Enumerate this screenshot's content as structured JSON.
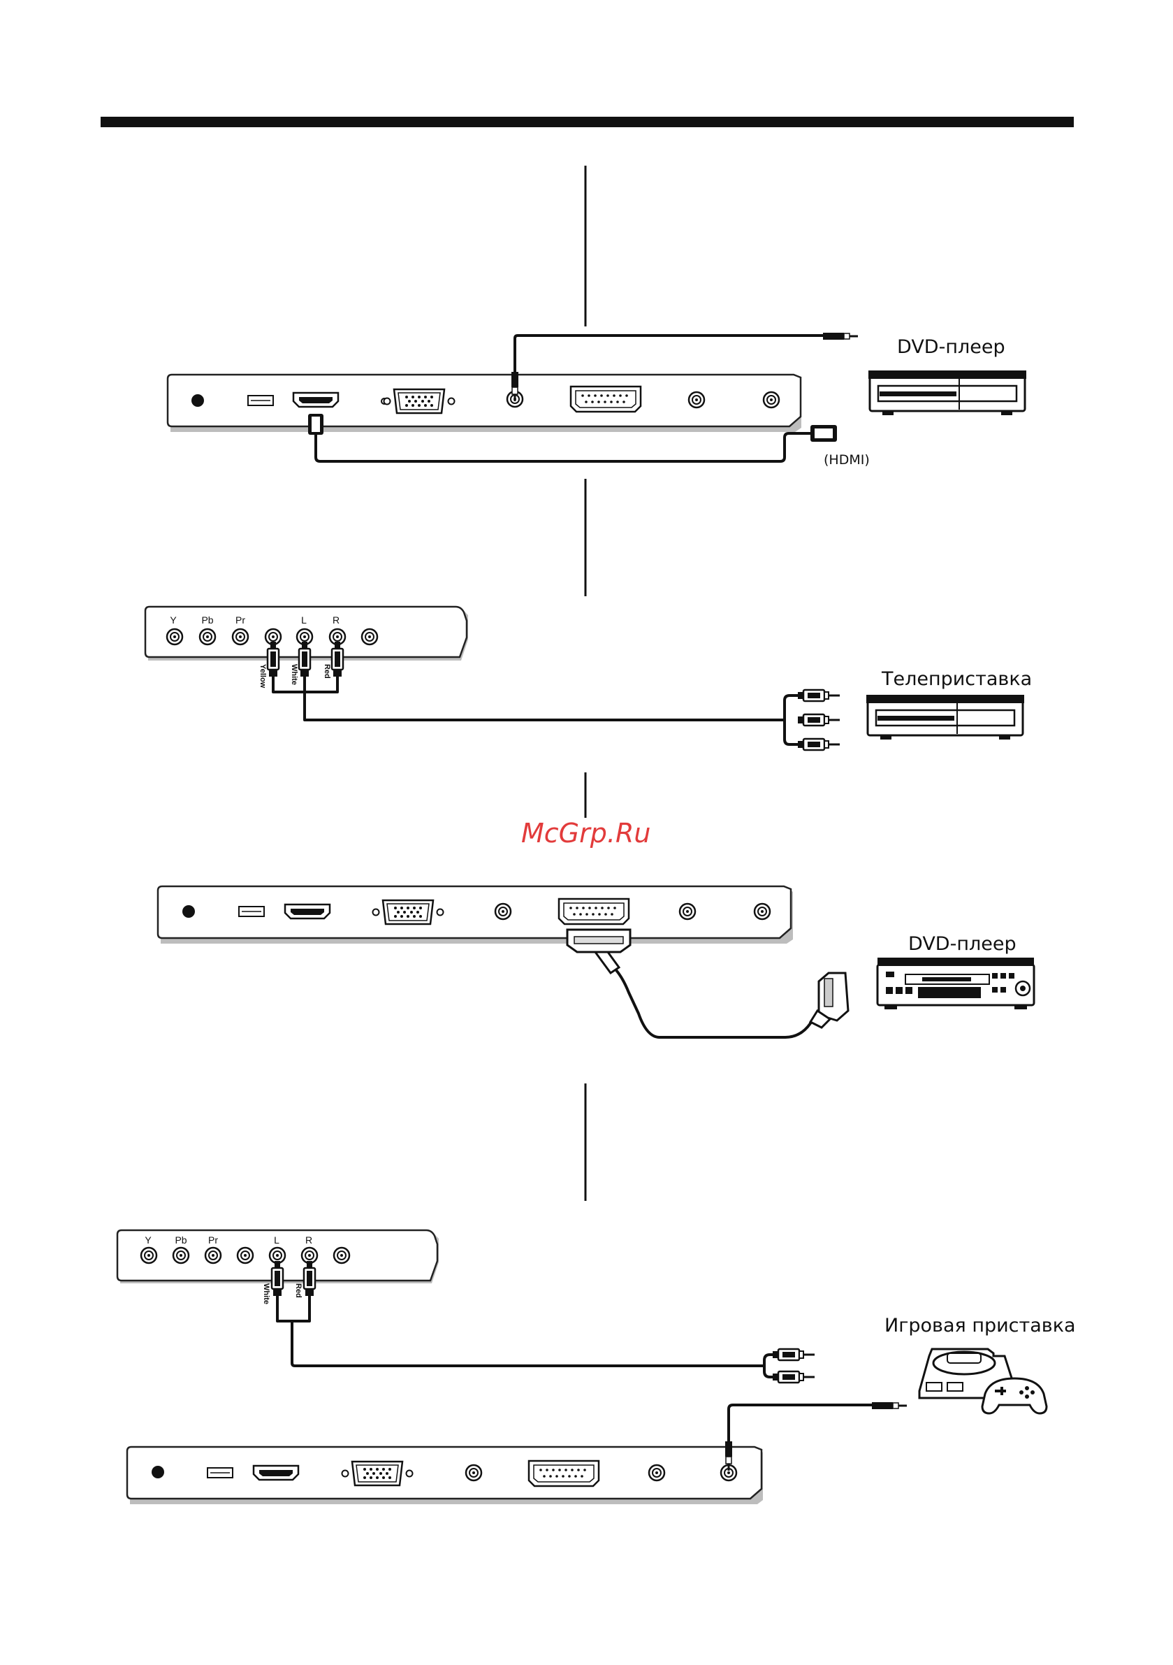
{
  "diagram": {
    "watermark": "McGrp.Ru",
    "sections": [
      {
        "device_label": "DVD-плеер",
        "cable_label": "(HDMI)"
      },
      {
        "device_label": "Телеприставка",
        "port_labels": [
          "Y",
          "Pb",
          "Pr",
          "L",
          "R"
        ],
        "plug_labels": [
          "Yellow",
          "White",
          "Red"
        ]
      },
      {
        "device_label": "DVD-плеер"
      },
      {
        "device_label": "Игровая приставка",
        "port_labels": [
          "Y",
          "Pb",
          "Pr",
          "L",
          "R"
        ],
        "plug_labels": [
          "White",
          "Red"
        ]
      }
    ]
  }
}
